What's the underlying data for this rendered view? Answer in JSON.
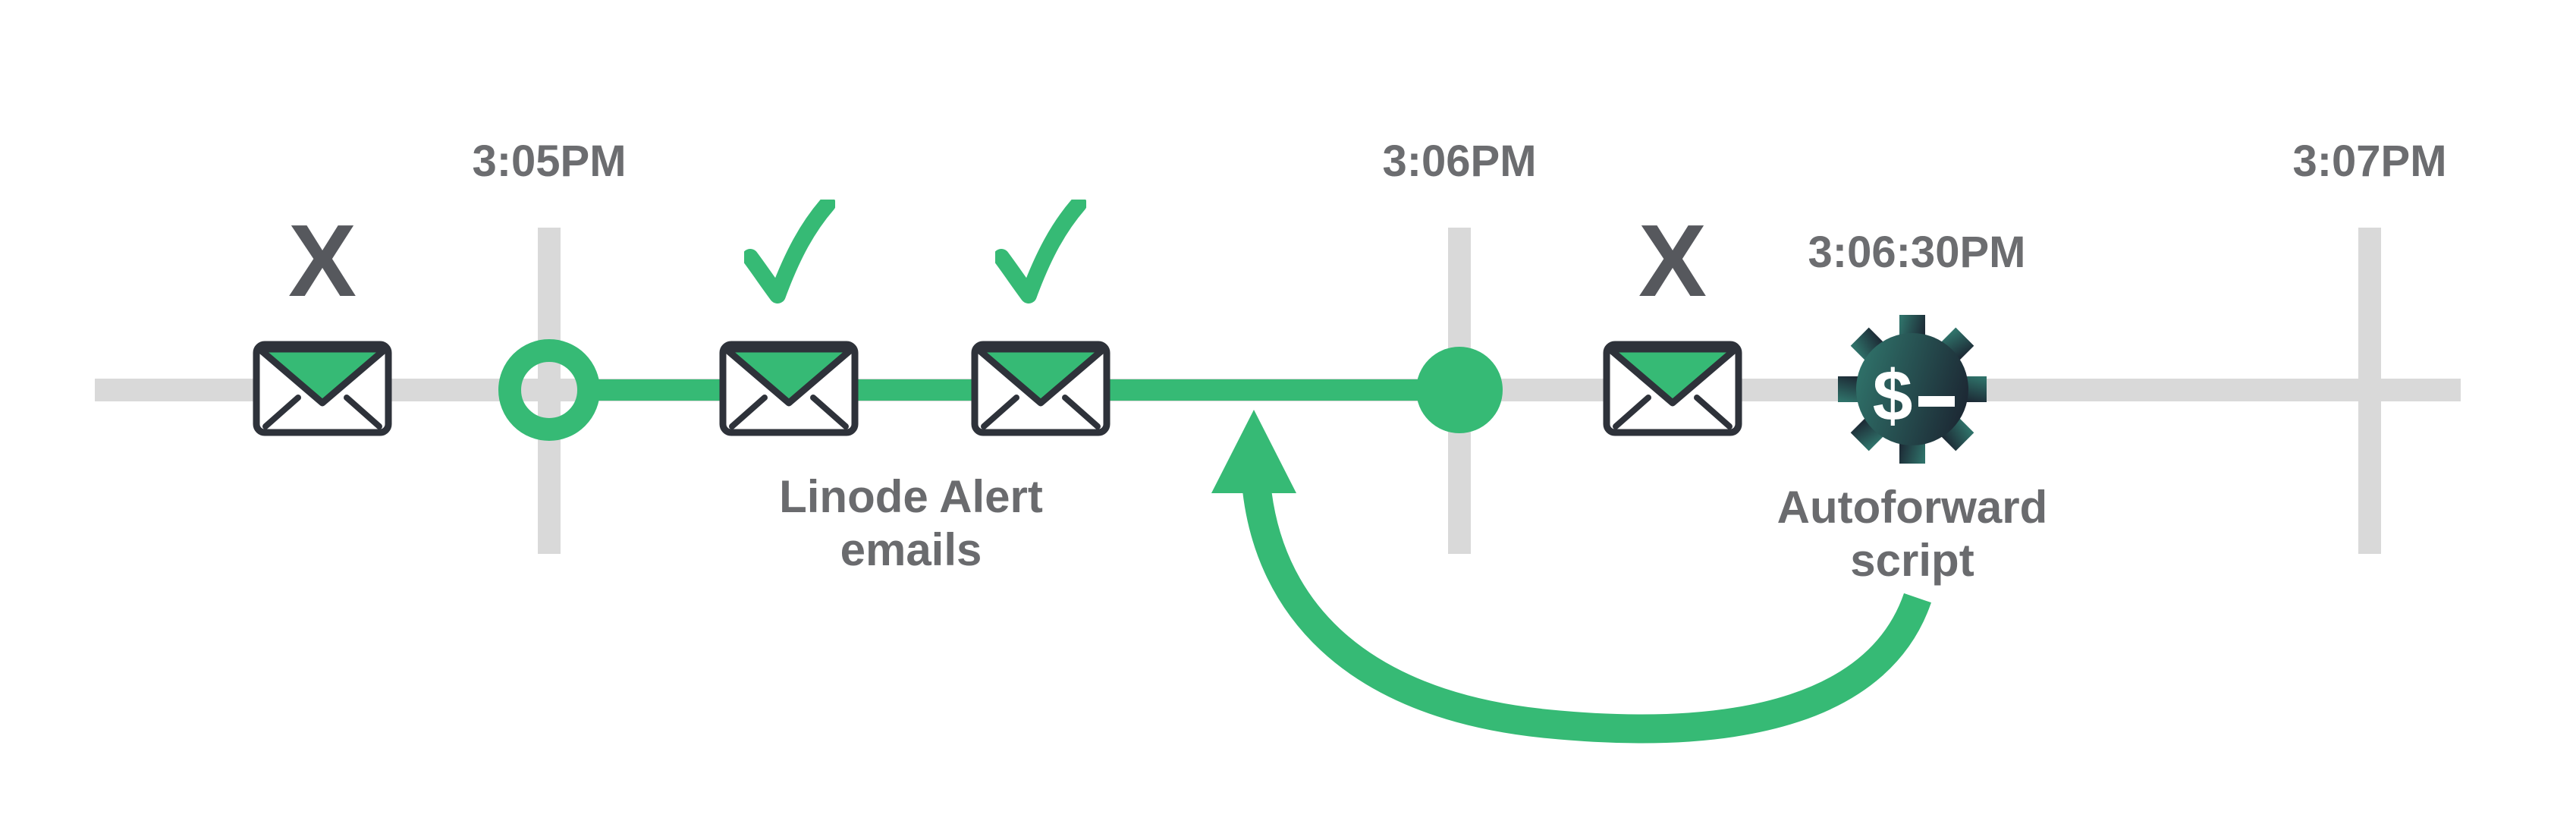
{
  "diagram": {
    "description": "Email alert timeline with autoforward script loop",
    "colors": {
      "green": "#36ba75",
      "track_gray": "#d9d9d9",
      "label_gray": "#6a6b6e",
      "x_gray": "#56585d",
      "envelope_outline": "#2e323a",
      "gear_gradient_start": "#2f7169",
      "gear_gradient_end": "#1c2733"
    },
    "ticks": [
      {
        "label": "3:05PM"
      },
      {
        "label": "3:06PM"
      },
      {
        "label": "3:07PM"
      }
    ],
    "event_time_label": "3:06:30PM",
    "glyphs": {
      "missed": "X",
      "delivered_icon": "checkmark",
      "gear_dollar": "$"
    },
    "events": [
      {
        "id": "email-before-305",
        "type": "envelope",
        "status": "missed"
      },
      {
        "id": "alert-email-1",
        "type": "envelope",
        "status": "delivered"
      },
      {
        "id": "alert-email-2",
        "type": "envelope",
        "status": "delivered"
      },
      {
        "id": "email-after-306",
        "type": "envelope",
        "status": "missed"
      },
      {
        "id": "autoforward-script",
        "type": "gear-script",
        "time": "3:06:30PM"
      }
    ],
    "labels": {
      "alert_emails_line1": "Linode Alert",
      "alert_emails_line2": "emails",
      "autoforward_line1": "Autoforward",
      "autoforward_line2": "script"
    }
  }
}
